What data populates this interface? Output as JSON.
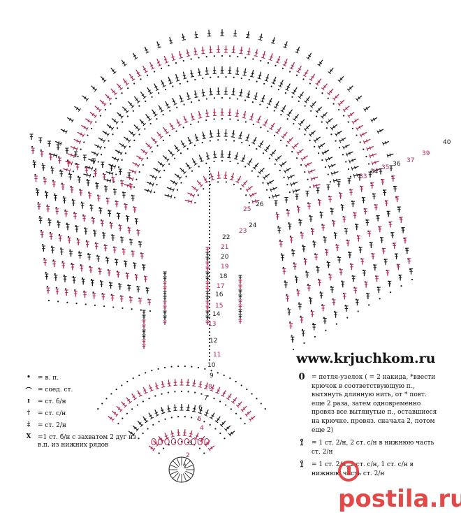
{
  "website": "www.krjuchkom.ru",
  "watermark": "postila.ru",
  "row_numbers": [
    "1",
    "2",
    "3",
    "4",
    "5",
    "6",
    "7",
    "8",
    "9",
    "10",
    "11",
    "12",
    "13",
    "14",
    "15",
    "16",
    "17",
    "18",
    "19",
    "20",
    "21",
    "22",
    "23",
    "24",
    "25",
    "26",
    "33",
    "34",
    "35",
    "36",
    "37",
    "39",
    "40"
  ],
  "legend_left": [
    {
      "symbol": "•",
      "text": "= в. п."
    },
    {
      "symbol": "⌒",
      "text": "= соед. ст."
    },
    {
      "symbol": "ɪ",
      "text": "= ст. б/н"
    },
    {
      "symbol": "†",
      "text": "= ст. с/н"
    },
    {
      "symbol": "‡",
      "text": "= ст. 2/н"
    },
    {
      "symbol": "X",
      "text": "=1 ст. б/н с захватом 2 дуг из в.п. из нижних рядов"
    }
  ],
  "legend_right": [
    {
      "symbol": "0",
      "text": "= петля-узелок ( = 2 накида, *ввести крючок в соответствующую п., вытянуть длинную нить, от * повт. еще 2 раза, затем одновременно провяз все вытянутые п., оставшиеся на крючке. провяз. сначала 2, потом еще 2)"
    },
    {
      "symbol": "⟟",
      "text": "= 1 ст. 2/н, 2 ст. с/н в нижнюю часть ст. 2/н"
    },
    {
      "symbol": "⟟",
      "text": "= 1 ст. 2/н, 2 ст. с/н, 1 ст. с/н в нижнюю часть ст. 2/н"
    }
  ],
  "colors": {
    "ink": "#1a1a1a",
    "accent": "#b5264c",
    "watermark": "#e23a3a"
  }
}
